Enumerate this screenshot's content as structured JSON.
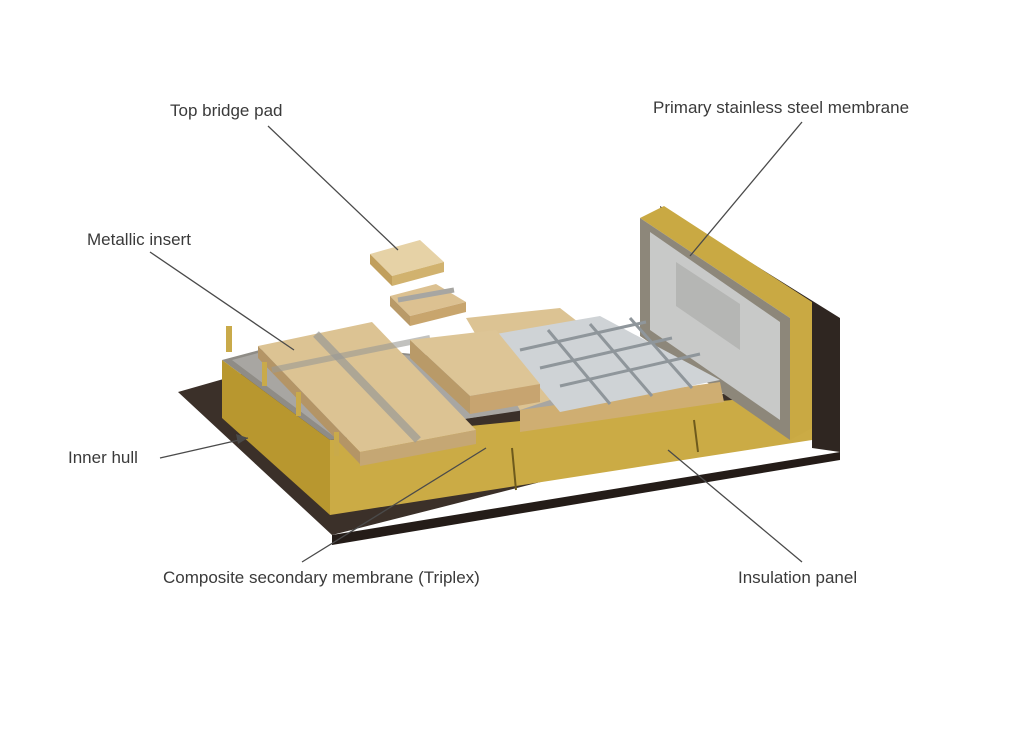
{
  "labels": {
    "top_bridge_pad": "Top bridge pad",
    "primary_membrane": "Primary stainless steel membrane",
    "metallic_insert": "Metallic insert",
    "inner_hull": "Inner hull",
    "secondary_membrane": "Composite secondary membrane (Triplex)",
    "insulation_panel": "Insulation panel"
  },
  "colors": {
    "hull": "#3b3029",
    "hull_side": "#2a211c",
    "insulation_foam": "#c9aa4a",
    "insulation_foam_dark": "#a98b2f",
    "plywood": "#e3cda0",
    "plywood_dark": "#cdb078",
    "triplex": "#a8a6a2",
    "steel": "#cfd3d6",
    "steel_dark": "#8f969b",
    "leader": "#4a4a4a"
  }
}
